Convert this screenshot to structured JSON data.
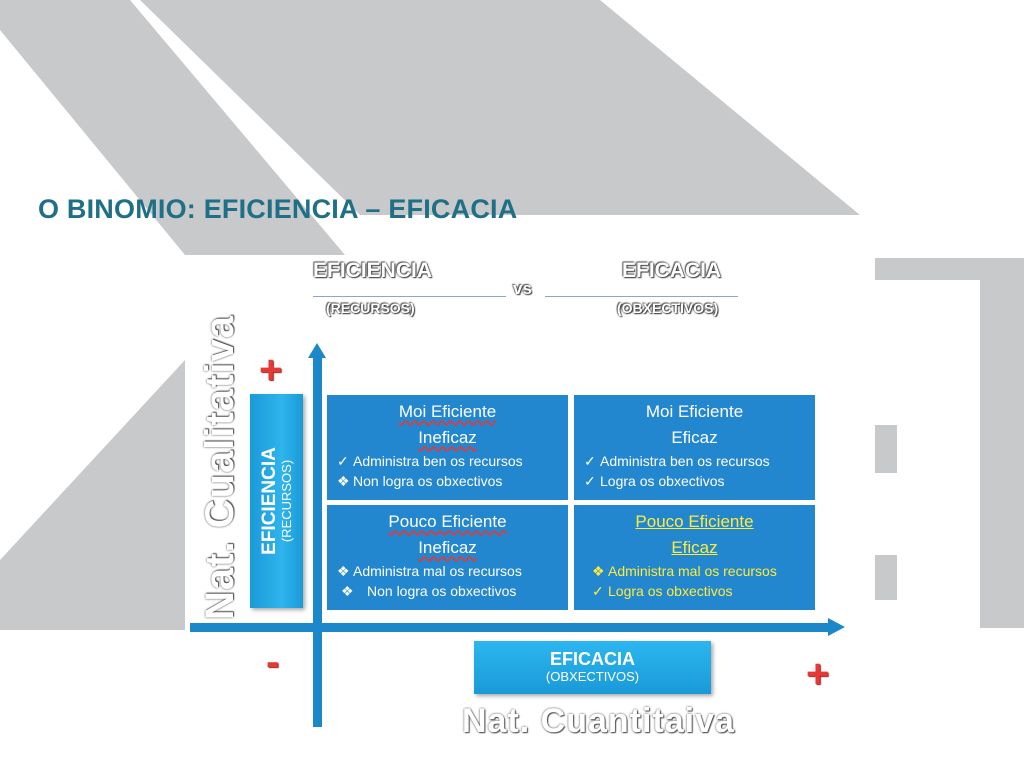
{
  "colors": {
    "title": "#1f6f86",
    "quadrant": "#2387d0",
    "axis_box": "#1a9ad8",
    "plus_minus": "#e53935",
    "highlight": "#ffeb3b",
    "background_shape": "#c8c9cb"
  },
  "title": "O BINOMIO:  EFICIENCIA – EFICACIA",
  "header": {
    "left_main": "EFICIENCIA",
    "left_sub": "(RECURSOS)",
    "vs": "vs",
    "right_main": "EFICACIA",
    "right_sub": "(OBXECTIVOS)"
  },
  "axes": {
    "plus_top": "+",
    "minus": "-",
    "plus_right": "+",
    "vertical_title": "Nat. Cualitativa",
    "horizontal_title": "Nat. Cuantitaiva",
    "vertical_box_main": "EFICIENCIA",
    "vertical_box_sub": "(RECURSOS)",
    "horizontal_box_main": "EFICACIA",
    "horizontal_box_sub": "(OBXECTIVOS)"
  },
  "quadrants": {
    "top_left": {
      "line1": "Moi Eficiente",
      "line2": "Ineficaz",
      "items": [
        {
          "marker": "✓",
          "text": "Administra ben os recursos"
        },
        {
          "marker": "❖",
          "text": "Non logra os obxectivos"
        }
      ]
    },
    "top_right": {
      "line1": "Moi Eficiente",
      "line2": "Eficaz",
      "items": [
        {
          "marker": "✓",
          "text": "Administra ben os recursos"
        },
        {
          "marker": "✓",
          "text": "Logra os obxectivos"
        }
      ]
    },
    "bottom_left": {
      "line1": "Pouco Eficiente",
      "line2": "Ineficaz",
      "items": [
        {
          "marker": "❖",
          "text": "Administra mal os recursos"
        },
        {
          "marker": "❖",
          "text": "Non logra os obxectivos"
        }
      ]
    },
    "bottom_right": {
      "line1": "Pouco Eficiente",
      "line2": "Eficaz",
      "items": [
        {
          "marker": "❖",
          "text": "Administra mal os recursos"
        },
        {
          "marker": "✓",
          "text": "Logra os obxectivos"
        }
      ]
    }
  }
}
